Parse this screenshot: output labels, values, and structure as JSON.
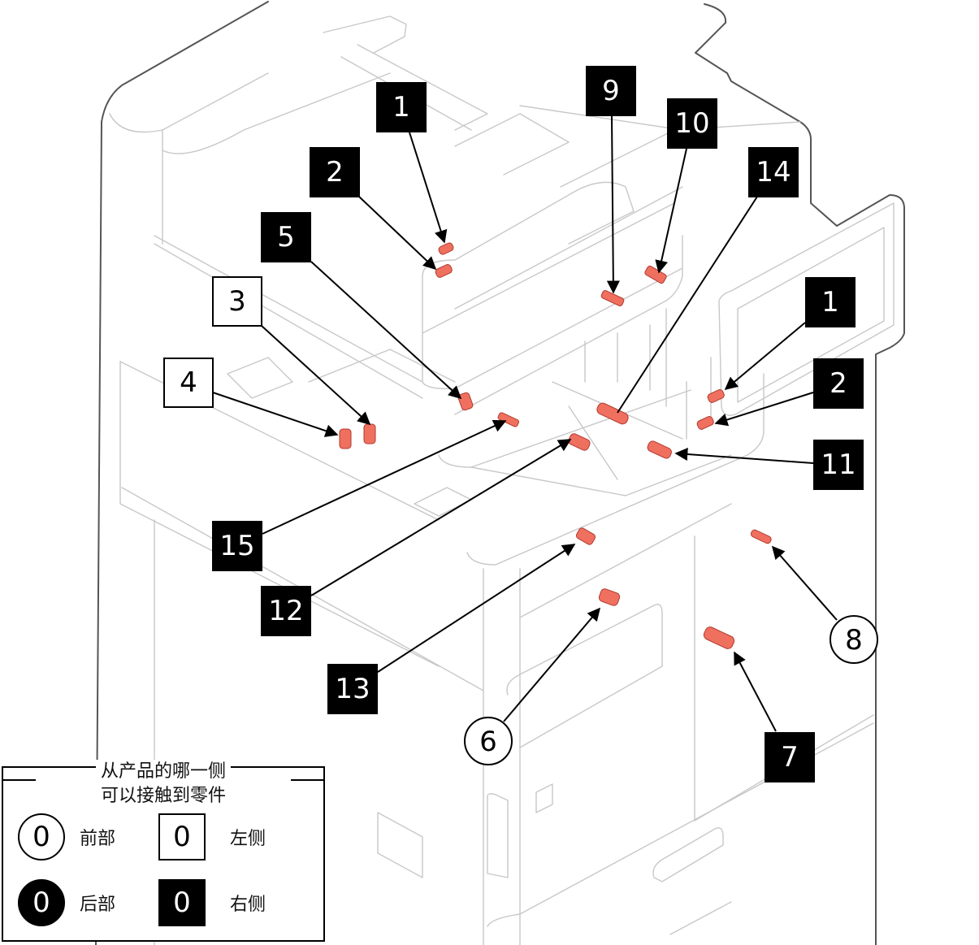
{
  "diagram": {
    "subject": "multifunction printer isometric line drawing with part locations",
    "part_color": "#f07060",
    "callout_styles": {
      "front": {
        "shape": "circle",
        "fill": "white"
      },
      "rear": {
        "shape": "circle",
        "fill": "black"
      },
      "left": {
        "shape": "square",
        "fill": "white"
      },
      "right": {
        "shape": "square",
        "fill": "black"
      }
    },
    "callouts": [
      {
        "label": "1",
        "side": "right"
      },
      {
        "label": "2",
        "side": "right"
      },
      {
        "label": "5",
        "side": "right"
      },
      {
        "label": "3",
        "side": "left"
      },
      {
        "label": "4",
        "side": "left"
      },
      {
        "label": "9",
        "side": "right"
      },
      {
        "label": "10",
        "side": "right"
      },
      {
        "label": "14",
        "side": "right"
      },
      {
        "label": "1",
        "side": "right"
      },
      {
        "label": "2",
        "side": "right"
      },
      {
        "label": "11",
        "side": "right"
      },
      {
        "label": "15",
        "side": "right"
      },
      {
        "label": "12",
        "side": "right"
      },
      {
        "label": "13",
        "side": "right"
      },
      {
        "label": "8",
        "side": "front"
      },
      {
        "label": "6",
        "side": "front"
      },
      {
        "label": "7",
        "side": "right"
      }
    ]
  },
  "legend": {
    "title_line1": "从产品的哪一侧",
    "title_line2": "可以接触到零件",
    "items": [
      {
        "symbol": "0",
        "label": "前部",
        "style": "front"
      },
      {
        "symbol": "0",
        "label": "左侧",
        "style": "left"
      },
      {
        "symbol": "0",
        "label": "后部",
        "style": "rear"
      },
      {
        "symbol": "0",
        "label": "右侧",
        "style": "right"
      }
    ]
  }
}
